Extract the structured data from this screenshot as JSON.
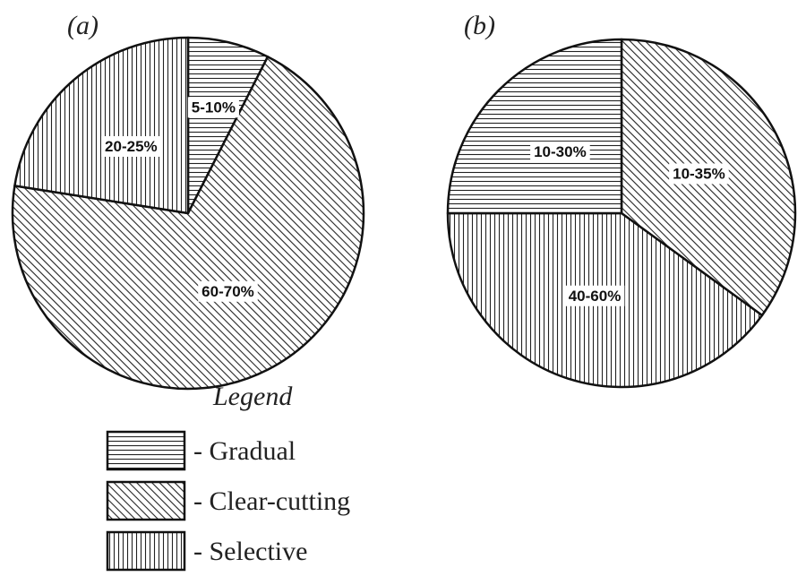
{
  "legend": {
    "title": "Legend",
    "items": [
      {
        "key": "gradual",
        "label": "- Gradual",
        "pattern": "horizontal"
      },
      {
        "key": "clear",
        "label": "- Clear-cutting",
        "pattern": "diagonal"
      },
      {
        "key": "selective",
        "label": "- Selective",
        "pattern": "vertical"
      }
    ]
  },
  "chart_data": [
    {
      "type": "pie",
      "panel_label": "(a)",
      "slices": [
        {
          "key": "gradual",
          "label": "5-10%",
          "value": 7.5
        },
        {
          "key": "clear",
          "label": "60-70%",
          "value": 70
        },
        {
          "key": "selective",
          "label": "20-25%",
          "value": 22.5
        }
      ]
    },
    {
      "type": "pie",
      "panel_label": "(b)",
      "slices": [
        {
          "key": "clear",
          "label": "10-35%",
          "value": 35
        },
        {
          "key": "selective",
          "label": "40-60%",
          "value": 40
        },
        {
          "key": "gradual",
          "label": "10-30%",
          "value": 25
        }
      ]
    }
  ]
}
